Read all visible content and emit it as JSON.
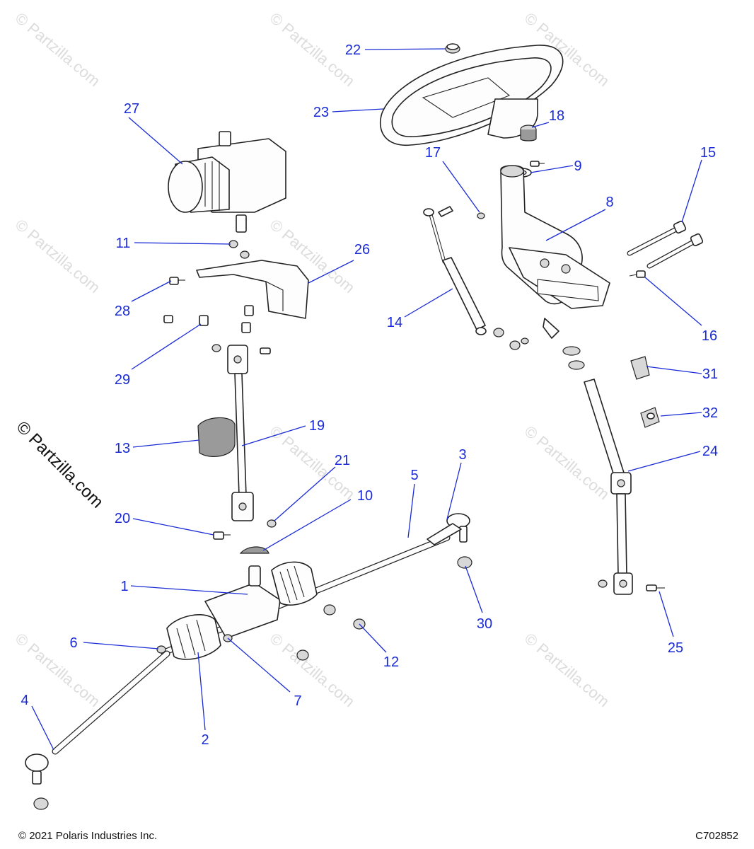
{
  "watermark": "© Partzilla.com",
  "side_watermark": "© Partzilla.com",
  "footer": {
    "copyright": "© 2021 Polaris Industries Inc.",
    "drawing_code": "C702852"
  },
  "callouts": [
    {
      "id": "c1",
      "label": "1"
    },
    {
      "id": "c2",
      "label": "2"
    },
    {
      "id": "c3",
      "label": "3"
    },
    {
      "id": "c4",
      "label": "4"
    },
    {
      "id": "c5",
      "label": "5"
    },
    {
      "id": "c6",
      "label": "6"
    },
    {
      "id": "c7",
      "label": "7"
    },
    {
      "id": "c8",
      "label": "8"
    },
    {
      "id": "c9",
      "label": "9"
    },
    {
      "id": "c10",
      "label": "10"
    },
    {
      "id": "c11",
      "label": "11"
    },
    {
      "id": "c12",
      "label": "12"
    },
    {
      "id": "c13",
      "label": "13"
    },
    {
      "id": "c14",
      "label": "14"
    },
    {
      "id": "c15",
      "label": "15"
    },
    {
      "id": "c16",
      "label": "16"
    },
    {
      "id": "c17",
      "label": "17"
    },
    {
      "id": "c18",
      "label": "18"
    },
    {
      "id": "c19",
      "label": "19"
    },
    {
      "id": "c20",
      "label": "20"
    },
    {
      "id": "c21",
      "label": "21"
    },
    {
      "id": "c22",
      "label": "22"
    },
    {
      "id": "c23",
      "label": "23"
    },
    {
      "id": "c24",
      "label": "24"
    },
    {
      "id": "c25",
      "label": "25"
    },
    {
      "id": "c26",
      "label": "26"
    },
    {
      "id": "c27",
      "label": "27"
    },
    {
      "id": "c28",
      "label": "28"
    },
    {
      "id": "c29",
      "label": "29"
    },
    {
      "id": "c30",
      "label": "30"
    },
    {
      "id": "c31",
      "label": "31"
    },
    {
      "id": "c32",
      "label": "32"
    }
  ],
  "colors": {
    "callout": "#1a2bd6",
    "line_art": "#222222",
    "watermark": "#dcdcdc",
    "background": "#ffffff"
  }
}
